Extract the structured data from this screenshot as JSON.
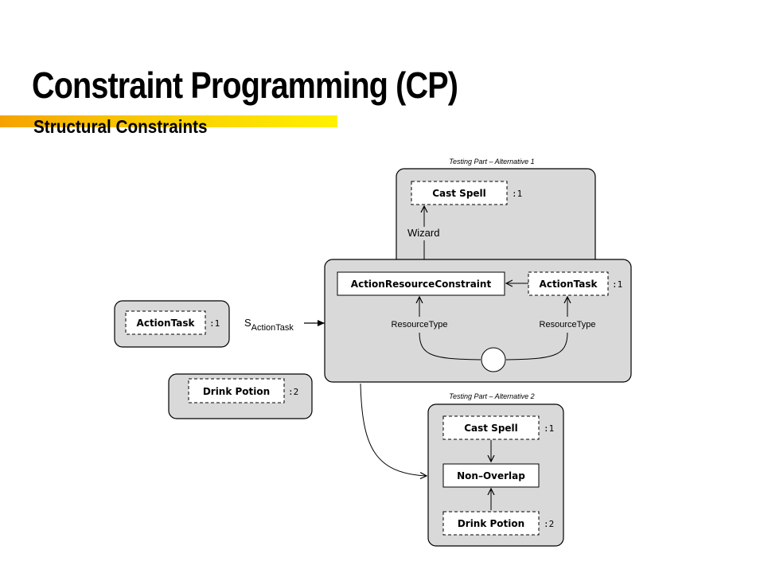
{
  "slide": {
    "title": "Constraint Programming (CP)",
    "subtitle": "Structural Constraints"
  },
  "diagram": {
    "left_box": {
      "task": "ActionTask",
      "multiplicity": ":1"
    },
    "hidden_box": {
      "task": "Drink Potion",
      "multiplicity": ":2"
    },
    "relation": {
      "symbol": "S",
      "subscript": "ActionTask"
    },
    "alt1": {
      "caption": "Testing Part – Alternative 1",
      "task": "Cast Spell",
      "multiplicity": ":1",
      "resource": "Wizard"
    },
    "constraint": {
      "constraint_node": "ActionResourceConstraint",
      "task": "ActionTask",
      "multiplicity": ":1",
      "left_resource_label": "ResourceType",
      "right_resource_label": "ResourceType"
    },
    "alt2": {
      "caption": "Testing Part – Alternative 2",
      "task_top": "Cast Spell",
      "task_top_multiplicity": ":1",
      "constraint_node": "Non–Overlap",
      "task_bottom": "Drink Potion",
      "task_bottom_multiplicity": ":2"
    }
  },
  "colors": {
    "panel_fill": "#d9d9d9",
    "accent_orange": "#f5a200",
    "accent_yellow": "#fff100"
  }
}
